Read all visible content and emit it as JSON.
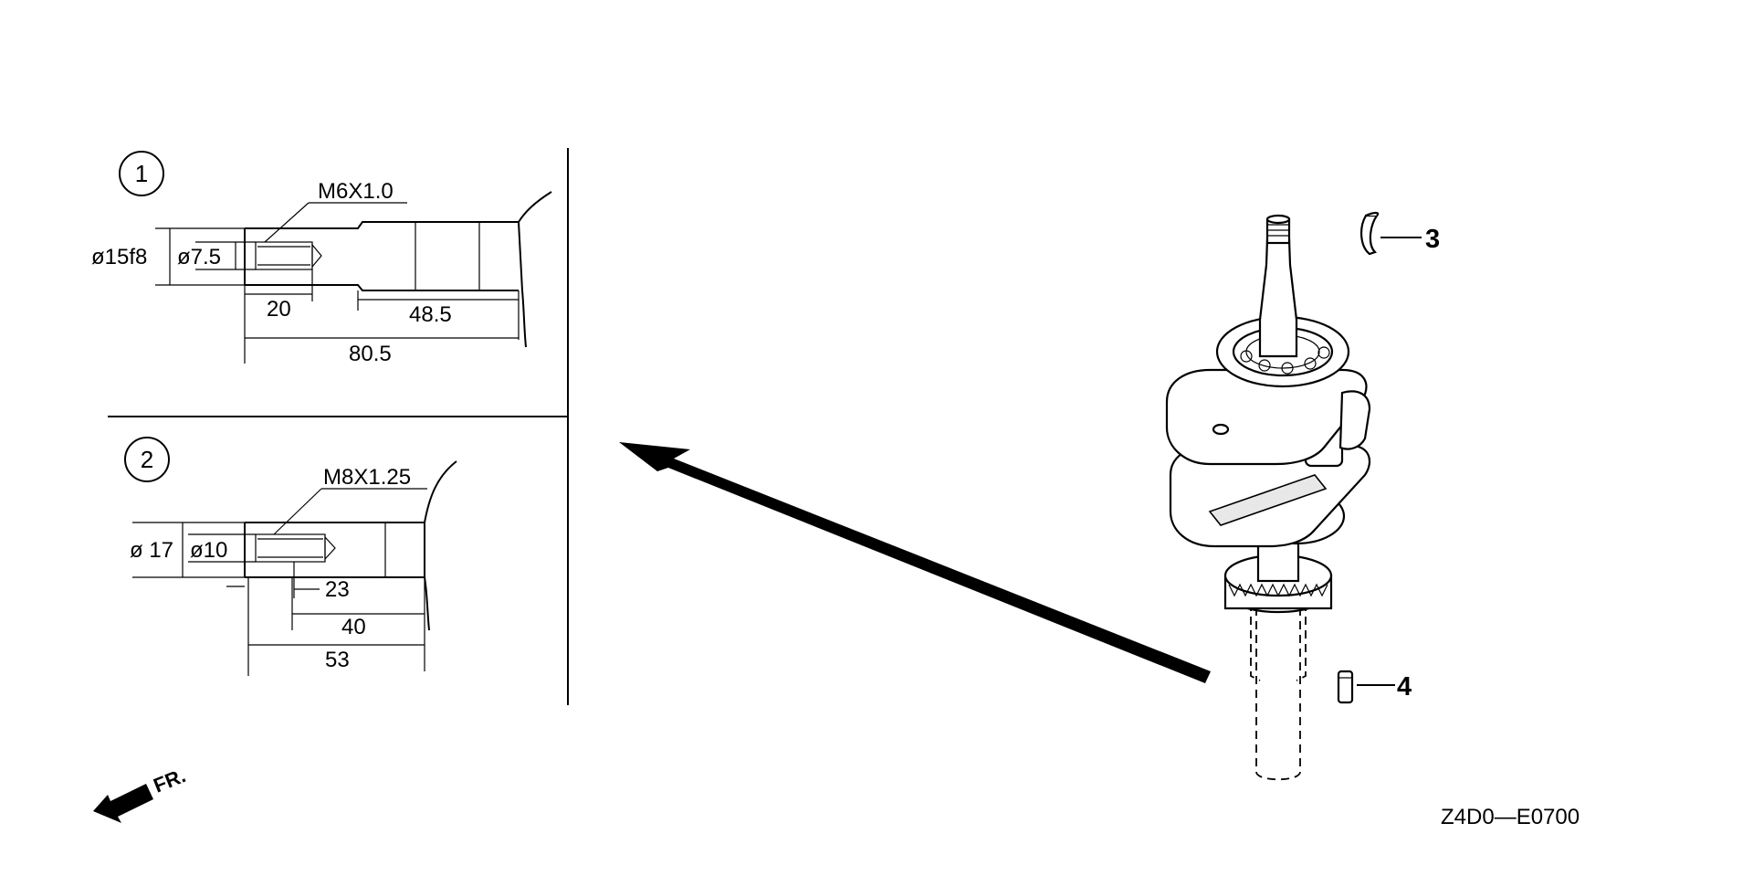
{
  "diagram": {
    "detail_1": {
      "number": "1",
      "thread_label": "M6X1.0",
      "outer_diameter": "ø15f8",
      "inner_diameter": "ø7.5",
      "dim_hole_depth": "20",
      "dim_shaft": "48.5",
      "dim_total": "80.5"
    },
    "detail_2": {
      "number": "2",
      "thread_label": "M8X1.25",
      "outer_diameter": "ø 17",
      "inner_diameter": "ø10",
      "dim_hole_depth": "23",
      "dim_shaft": "40",
      "dim_total": "53"
    },
    "callouts": {
      "part_3": "3",
      "part_4": "4"
    },
    "front_indicator": "FR.",
    "diagram_code": "Z4D0—E0700"
  }
}
